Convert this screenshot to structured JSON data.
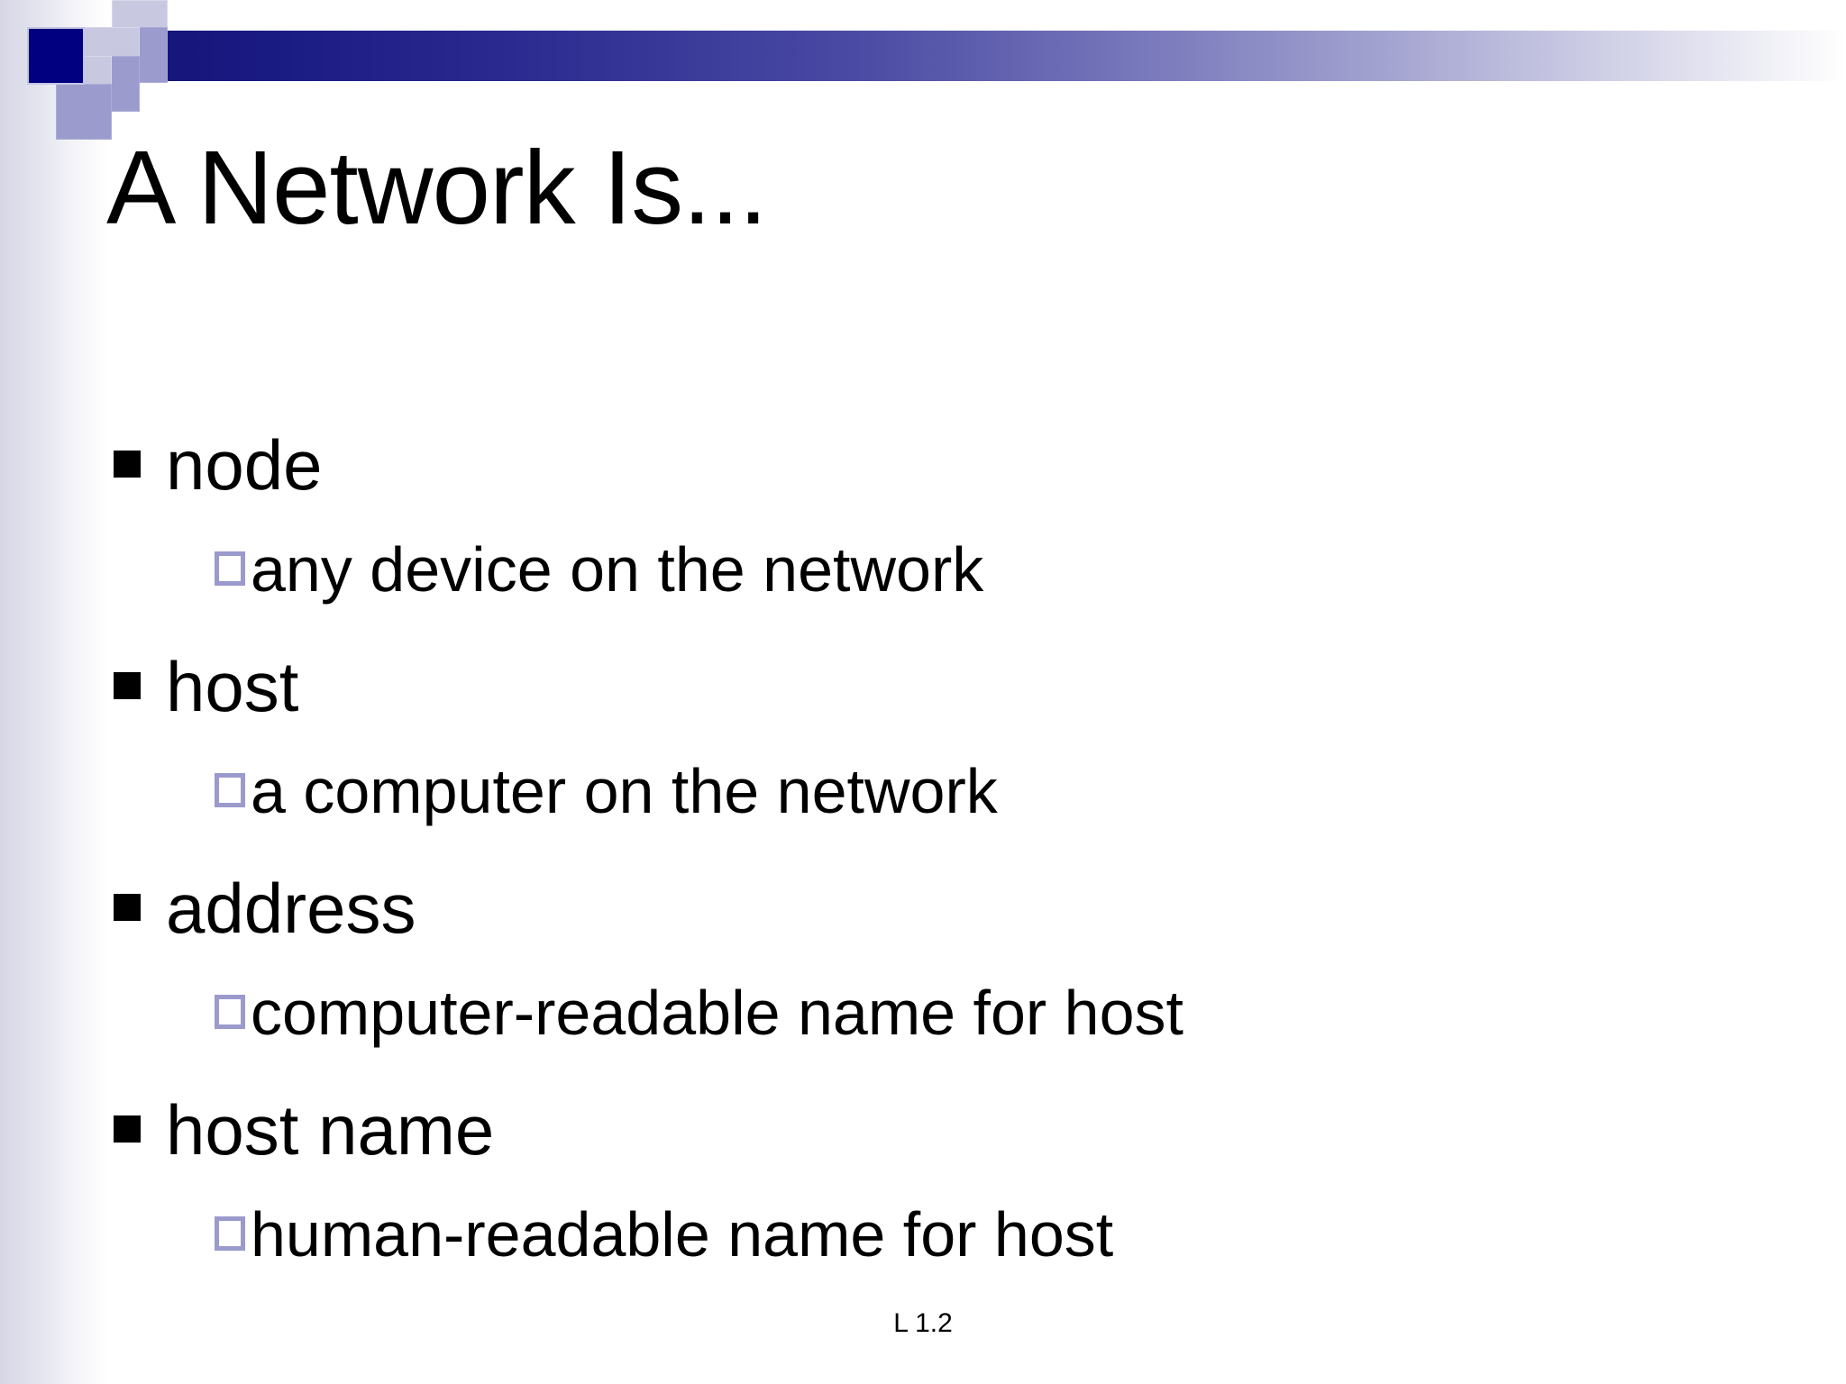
{
  "slide": {
    "title": "A Network Is...",
    "footer": "L 1.2",
    "colors": {
      "navy_square": "#000080",
      "lavender_square": "#c8c8e0",
      "periwinkle_square": "#9b9bcd",
      "band_start": "#141478",
      "band_end": "#ffffff",
      "hollow_bullet_border": "#9a9acd",
      "text": "#000000",
      "background": "#ffffff"
    },
    "outline": [
      {
        "level1": "node",
        "level2": "any device on the network"
      },
      {
        "level1": "host",
        "level2": "a computer on the network"
      },
      {
        "level1": "address",
        "level2": "computer-readable name for host"
      },
      {
        "level1": "host name",
        "level2": "human-readable name for host"
      }
    ]
  }
}
